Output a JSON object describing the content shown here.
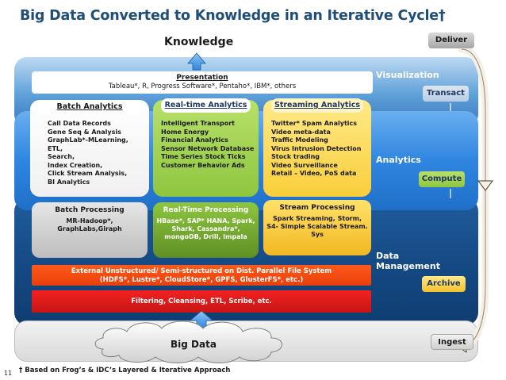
{
  "title": "Big Data Converted to Knowledge in an Iterative Cycle†",
  "knowledge_label": "Knowledge",
  "big_data_label": "Big Data",
  "layers": {
    "visualization": "Visualization",
    "analytics": "Analytics",
    "data_management": [
      "Data",
      "Management"
    ]
  },
  "presentation": {
    "title": "Presentation",
    "tools": "Tableau*, R, Progress Software*, Pentaho*, IBM*, others"
  },
  "analytics_cards": [
    {
      "title": "Batch Analytics",
      "items": [
        "Call Data Records",
        "Gene Seq & Analysis",
        "GraphLab*-MLearning,",
        "ETL,",
        "Search,",
        "Index Creation,",
        "Click Stream Analysis,",
        "BI Analytics"
      ]
    },
    {
      "title": "Real-time Analytics",
      "items": [
        "Intelligent Transport",
        "Home Energy",
        "Financial Analytics",
        "Sensor Network Database",
        "Time Series Stock Ticks",
        "Customer Behavior Ads"
      ]
    },
    {
      "title": "Streaming Analytics",
      "items": [
        "Twitter* Spam Analytics",
        "Video meta-data",
        "Traffic Modeling",
        "Virus Intrusion Detection",
        "Stock trading",
        "Video Surveillance",
        "Retail – Video, PoS data"
      ]
    }
  ],
  "processing": [
    {
      "title": "Batch Processing",
      "lines": [
        "MR-Hadoop*,",
        "GraphLabs,Giraph"
      ]
    },
    {
      "title": "Real-Time Processing",
      "lines": [
        "HBase*, SAP* HANA, Spark,",
        "Shark, Cassandra*,",
        "mongoDB, Drill, Impala"
      ]
    },
    {
      "title": "Stream Processing",
      "lines": [
        "Spark Streaming, Storm,",
        "S4- Simple Scalable Stream.",
        "Sys"
      ]
    }
  ],
  "storage_bar": {
    "line1": "External Unstructured/ Semi-structured on Dist. Parallel File System",
    "line2": "(HDFS*, Lustre*, CloudStore*, GPFS, GlusterFS*, etc.)"
  },
  "filter_bar": "Filtering, Cleansing, ETL, Scribe, etc.",
  "side_buttons": {
    "deliver": "Deliver",
    "transact": "Transact",
    "compute": "Compute",
    "archive": "Archive",
    "ingest": "Ingest"
  },
  "footnote": "† Based on Frog’s & IDC’s Layered & Iterative Approach",
  "page_number": "11",
  "colors": {
    "title": "#1f4e79",
    "realtime_green": "#8ec63f",
    "streaming_yellow": "#f8cf3a",
    "storage_orange": "#e8400c",
    "filter_red": "#c81414",
    "arrow_blue": "#2f86e0"
  }
}
